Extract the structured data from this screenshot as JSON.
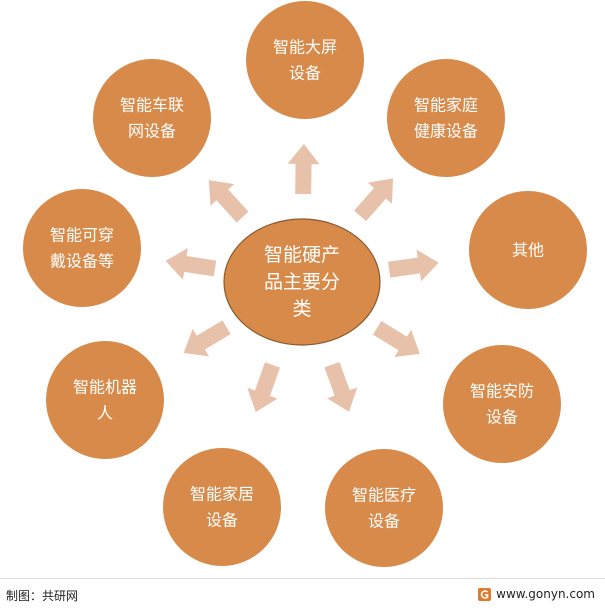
{
  "center": {
    "lines": [
      "智能硬产",
      "品主要分",
      "类"
    ],
    "color": "#d78a49"
  },
  "nodes": [
    {
      "lines": [
        "智能大屏",
        "设备"
      ]
    },
    {
      "lines": [
        "智能家庭",
        "健康设备"
      ]
    },
    {
      "lines": [
        "其他"
      ]
    },
    {
      "lines": [
        "智能安防",
        "设备"
      ]
    },
    {
      "lines": [
        "智能医疗",
        "设备"
      ]
    },
    {
      "lines": [
        "智能家居",
        "设备"
      ]
    },
    {
      "lines": [
        "智能机器",
        "人"
      ]
    },
    {
      "lines": [
        "智能可穿",
        "戴设备等"
      ]
    },
    {
      "lines": [
        "智能车联",
        "网设备"
      ]
    }
  ],
  "colors": {
    "node": "#d78a49",
    "arrow": "#e8c1aa",
    "text": "#ffffff"
  },
  "footer": {
    "credit": "制图：共研网",
    "site": "www.gonyn.com"
  }
}
